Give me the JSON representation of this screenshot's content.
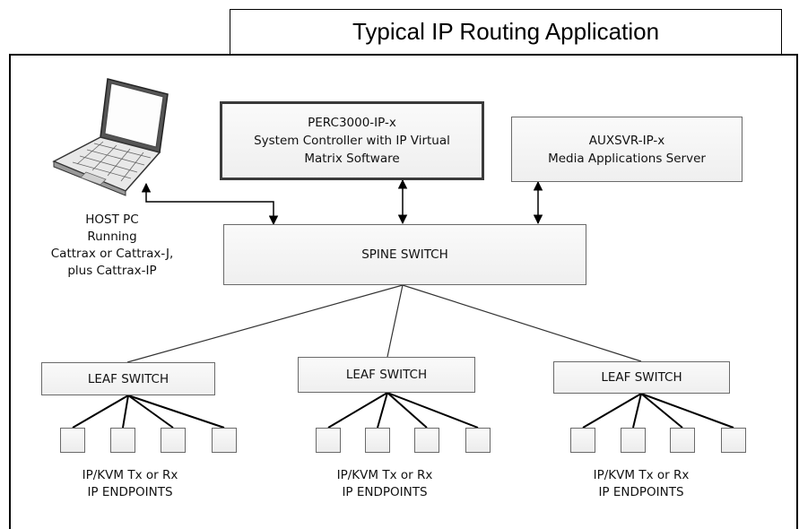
{
  "title": "Typical IP Routing Application",
  "controller": {
    "lines": [
      "PERC3000-IP-x",
      "System Controller with IP Virtual",
      "Matrix Software"
    ]
  },
  "aux_server": {
    "lines": [
      "AUXSVR-IP-x",
      "Media Applications Server"
    ]
  },
  "host_pc": {
    "lines": [
      "HOST PC",
      "Running",
      "Cattrax or Cattrax-J,",
      "plus Cattrax-IP"
    ]
  },
  "spine": {
    "label": "SPINE SWITCH"
  },
  "leaves": [
    {
      "label": "LEAF SWITCH",
      "endpoint_lines": [
        "IP/KVM Tx or Rx",
        "IP ENDPOINTS"
      ],
      "endpoint_count": 4
    },
    {
      "label": "LEAF SWITCH",
      "endpoint_lines": [
        "IP/KVM Tx or Rx",
        "IP ENDPOINTS"
      ],
      "endpoint_count": 4
    },
    {
      "label": "LEAF SWITCH",
      "endpoint_lines": [
        "IP/KVM Tx or Rx",
        "IP ENDPOINTS"
      ],
      "endpoint_count": 4
    }
  ],
  "icons": {
    "host": "laptop-icon"
  }
}
